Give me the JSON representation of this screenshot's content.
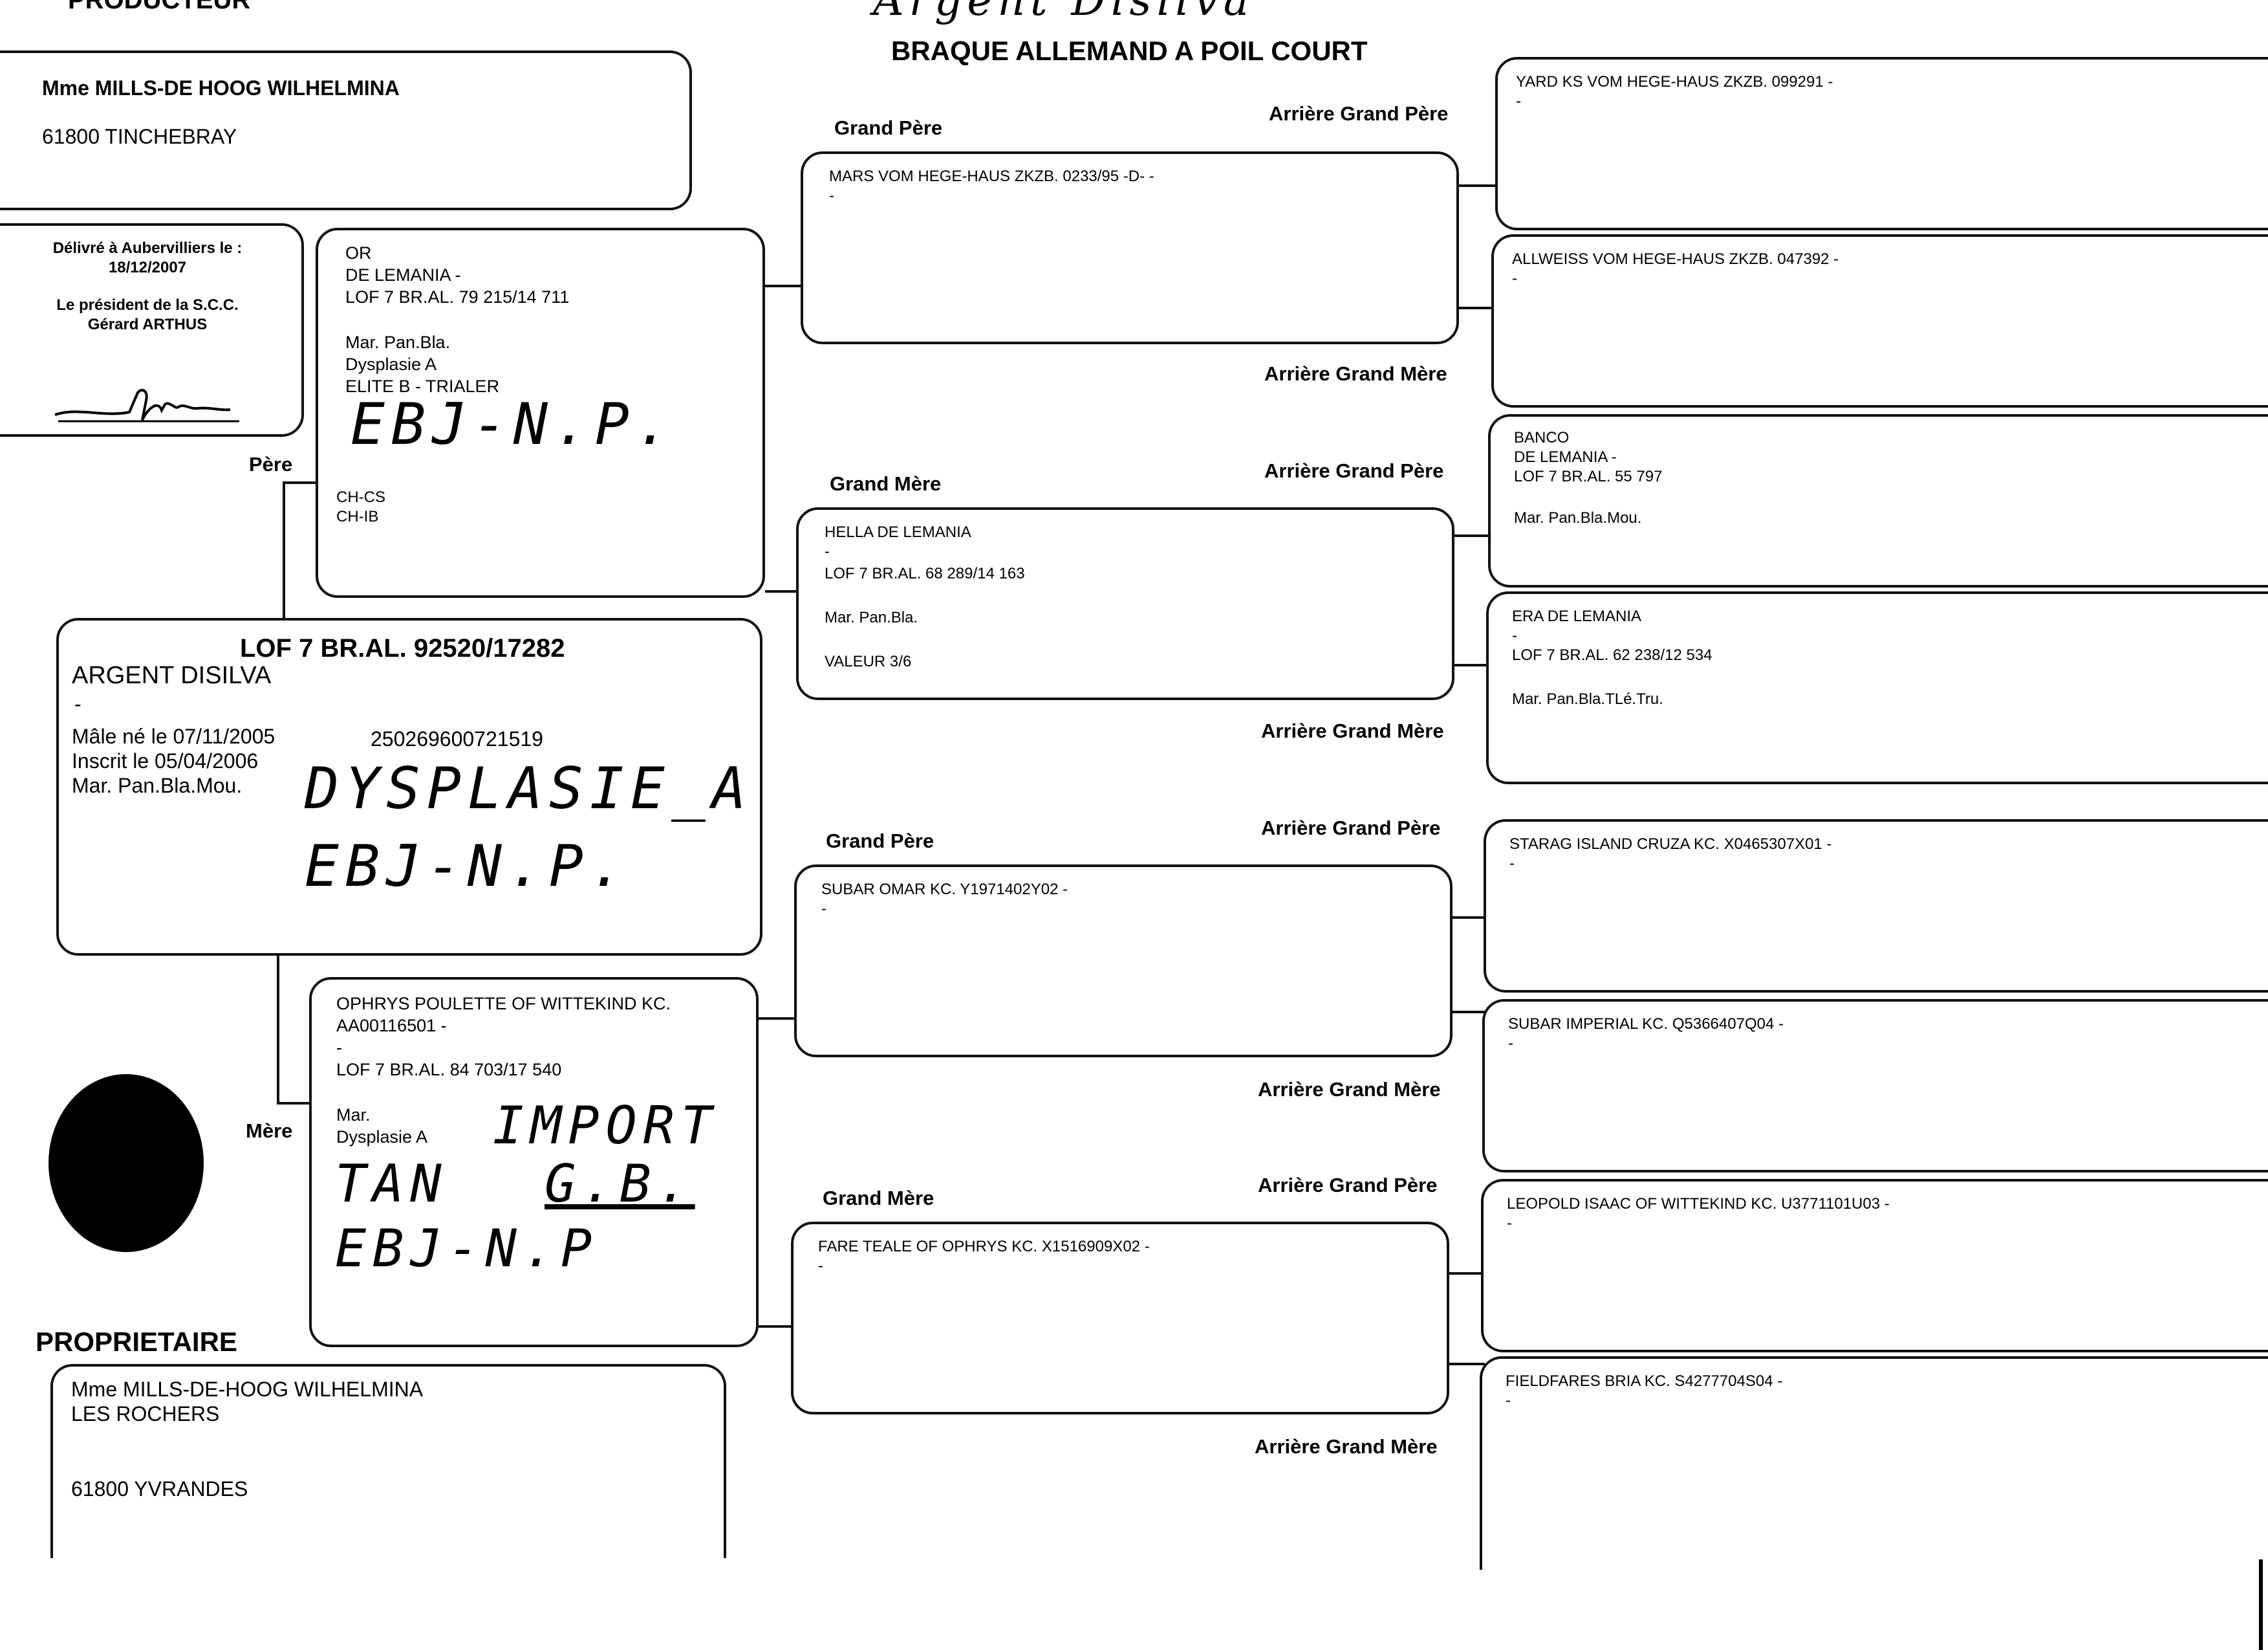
{
  "header": {
    "handwritten_title": "Argent Disilva",
    "breed": "BRAQUE ALLEMAND A POIL COURT"
  },
  "producer": {
    "heading": "PRODUCTEUR",
    "name": "Mme MILLS-DE HOOG WILHELMINA",
    "city": "61800 TINCHEBRAY"
  },
  "delivery": {
    "line1": "Délivré à Aubervilliers le :",
    "date": "18/12/2007",
    "line3": "Le président de la S.C.C.",
    "line4": "Gérard ARTHUS"
  },
  "labels": {
    "pere": "Père",
    "mere": "Mère",
    "grand_pere": "Grand Père",
    "grand_mere": "Grand Mère",
    "arriere_grand_pere": "Arrière Grand Père",
    "arriere_grand_mere": "Arrière Grand Mère",
    "proprietaire": "PROPRIETAIRE"
  },
  "dog": {
    "registration": "LOF  7 BR.AL. 92520/17282",
    "name": "ARGENT DISILVA",
    "dash": "-",
    "birth": "Mâle  né le  07/11/2005",
    "chip": "250269600721519",
    "inscribed": "Inscrit le 05/04/2006",
    "color": "Mar. Pan.Bla.Mou.",
    "hand_line1": "DYSPLASIE_A",
    "hand_line2": "EBJ-N.P."
  },
  "father": {
    "name1": "OR",
    "name2": "DE LEMANIA -",
    "registration": "LOF 7 BR.AL. 79 215/14 711",
    "color": "Mar. Pan.Bla.",
    "dysplasia": "Dysplasie A",
    "title": "ELITE B - TRIALER",
    "hand": "EBJ-N.P.",
    "ch1": "CH-CS",
    "ch2": "CH-IB"
  },
  "mother": {
    "name1": "OPHRYS POULETTE OF WITTEKIND KC.",
    "name2": "AA00116501 -",
    "dash": "-",
    "registration": "LOF 7 BR.AL. 84 703/17 540",
    "color": "Mar.",
    "dysplasia": "Dysplasie A",
    "hand1": "IMPORT",
    "hand2": "TAN",
    "hand3": "G.B.",
    "hand4": "EBJ-N.P"
  },
  "grandparents": {
    "gp_paternal": {
      "line1": "MARS VOM HEGE-HAUS ZKZB. 0233/95 -D-  -",
      "line2": "-"
    },
    "gm_paternal": {
      "line1": "HELLA DE LEMANIA",
      "line2": "-",
      "line3": "LOF 7 BR.AL. 68 289/14 163",
      "line4": "Mar. Pan.Bla.",
      "line5": "VALEUR 3/6"
    },
    "gp_maternal": {
      "line1": "SUBAR OMAR  KC. Y1971402Y02  -",
      "line2": "-"
    },
    "gm_maternal": {
      "line1": "FARE TEALE OF OPHRYS  KC. X1516909X02  -",
      "line2": "-"
    }
  },
  "great_grandparents": {
    "g1": {
      "line1": "YARD KS VOM HEGE-HAUS  ZKZB. 099291  -",
      "line2": "-"
    },
    "g2": {
      "line1": "ALLWEISS VOM HEGE-HAUS  ZKZB. 047392  -",
      "line2": "-"
    },
    "g3": {
      "line1": "BANCO",
      "line2": "DE LEMANIA -",
      "line3": "LOF 7 BR.AL. 55 797",
      "line4": "Mar. Pan.Bla.Mou."
    },
    "g4": {
      "line1": "ERA DE LEMANIA",
      "line2": "-",
      "line3": "LOF 7 BR.AL. 62 238/12 534",
      "line4": "Mar. Pan.Bla.TLé.Tru."
    },
    "g5": {
      "line1": "STARAG ISLAND CRUZA  KC. X0465307X01  -",
      "line2": "-"
    },
    "g6": {
      "line1": "SUBAR IMPERIAL  KC. Q5366407Q04  -",
      "line2": "-"
    },
    "g7": {
      "line1": "LEOPOLD ISAAC OF WITTEKIND  KC. U3771101U03  -",
      "line2": "-"
    },
    "g8": {
      "line1": "FIELDFARES BRIA  KC. S4277704S04  -",
      "line2": "-"
    }
  },
  "owner": {
    "name": "Mme MILLS-DE-HOOG WILHELMINA",
    "address": "LES ROCHERS",
    "city": "61800 YVRANDES"
  }
}
